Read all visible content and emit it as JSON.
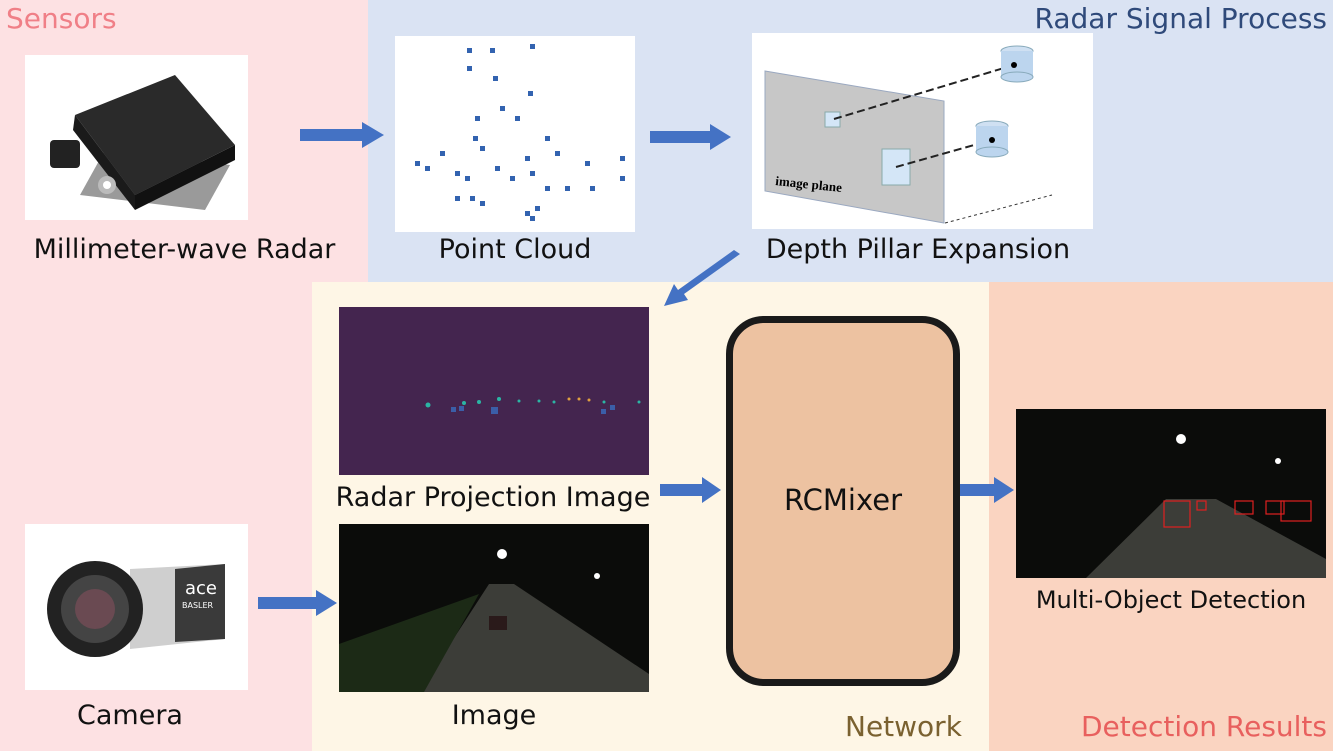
{
  "regions": {
    "sensors": {
      "title": "Sensors",
      "color": "#f07f87"
    },
    "radar_signal": {
      "title": "Radar Signal Process",
      "color": "#2f4a7a"
    },
    "network": {
      "title": "Network",
      "color": "#7a6130"
    },
    "detection": {
      "title": "Detection Results",
      "color": "#e8605e"
    }
  },
  "nodes": {
    "radar_sensor": {
      "label": "Millimeter-wave Radar",
      "icon": "radar-device-icon"
    },
    "point_cloud": {
      "label": "Point Cloud"
    },
    "depth_pillar": {
      "label": "Depth Pillar Expansion",
      "plane_label": "image plane"
    },
    "radar_projection": {
      "label": "Radar Projection Image"
    },
    "camera": {
      "label": "Camera",
      "brand_text": "ace",
      "brand_sub": "BASLER"
    },
    "image": {
      "label": "Image"
    },
    "rcmixer": {
      "label": "RCMixer"
    },
    "detection": {
      "label": "Multi-Object Detection"
    }
  },
  "colors": {
    "arrow": "#4472c4",
    "rcmixer_fill": "#edc2a1",
    "projection_bg": "#44254f"
  }
}
